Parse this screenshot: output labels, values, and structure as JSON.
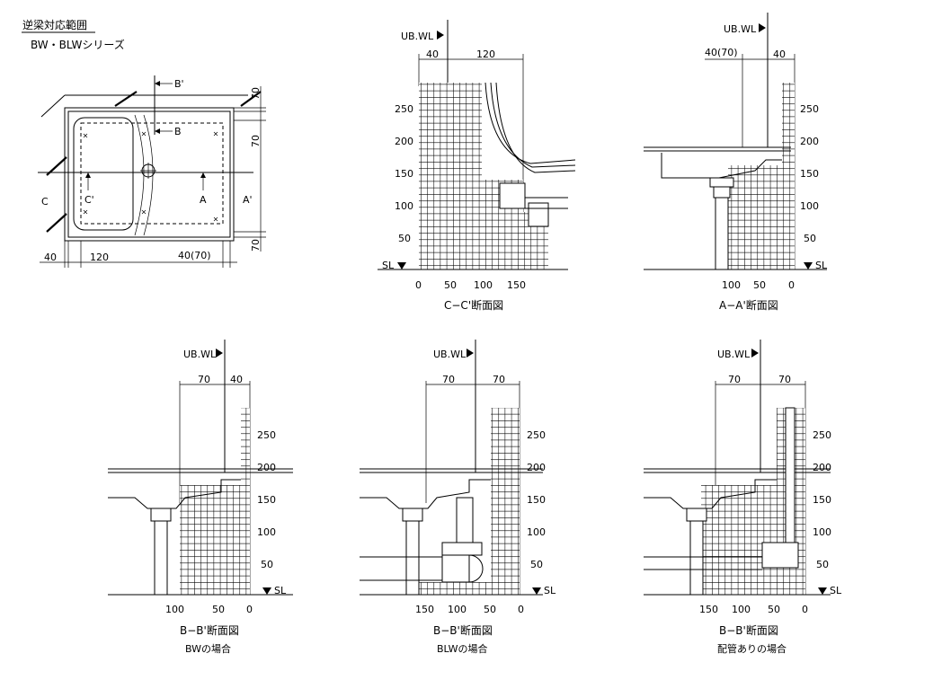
{
  "title": "逆梁対応範囲",
  "subtitle": "BW・BLWシリーズ",
  "plan": {
    "label_b_prime": "B'",
    "label_b": "B",
    "label_c": "C",
    "label_c_prime": "C'",
    "label_a": "A",
    "label_a_prime": "A'",
    "dim_top_70": "70",
    "dim_side_70": "70",
    "dim_bottom_70": "70",
    "dim_40": "40",
    "dim_120": "120",
    "dim_40_70": "40(70)"
  },
  "sections": {
    "cc": {
      "marker": "UB.WL",
      "dim_left": "40",
      "dim_right": "120",
      "y_ticks": [
        "250",
        "200",
        "150",
        "100",
        "50"
      ],
      "sl": "SL",
      "x_ticks": [
        "0",
        "50",
        "100",
        "150"
      ],
      "caption": "C−C'断面図"
    },
    "aa": {
      "marker": "UB.WL",
      "dim_left": "40(70)",
      "dim_right": "40",
      "y_ticks": [
        "250",
        "200",
        "150",
        "100",
        "50"
      ],
      "sl": "SL",
      "x_ticks": [
        "100",
        "50",
        "0"
      ],
      "caption": "A−A'断面図"
    },
    "bb_bw": {
      "marker": "UB.WL",
      "dim_left": "70",
      "dim_right": "40",
      "y_ticks": [
        "250",
        "200",
        "150",
        "100",
        "50"
      ],
      "sl": "SL",
      "x_ticks": [
        "100",
        "50",
        "0"
      ],
      "caption": "B−B'断面図",
      "caption2": "BWの場合"
    },
    "bb_blw": {
      "marker": "UB.WL",
      "dim_left": "70",
      "dim_right": "70",
      "y_ticks": [
        "250",
        "200",
        "150",
        "100",
        "50"
      ],
      "sl": "SL",
      "x_ticks": [
        "150",
        "100",
        "50",
        "0"
      ],
      "caption": "B−B'断面図",
      "caption2": "BLWの場合"
    },
    "bb_pipe": {
      "marker": "UB.WL",
      "dim_left": "70",
      "dim_right": "70",
      "y_ticks": [
        "250",
        "200",
        "150",
        "100",
        "50"
      ],
      "sl": "SL",
      "x_ticks": [
        "150",
        "100",
        "50",
        "0"
      ],
      "caption": "B−B'断面図",
      "caption2": "配管ありの場合"
    }
  }
}
